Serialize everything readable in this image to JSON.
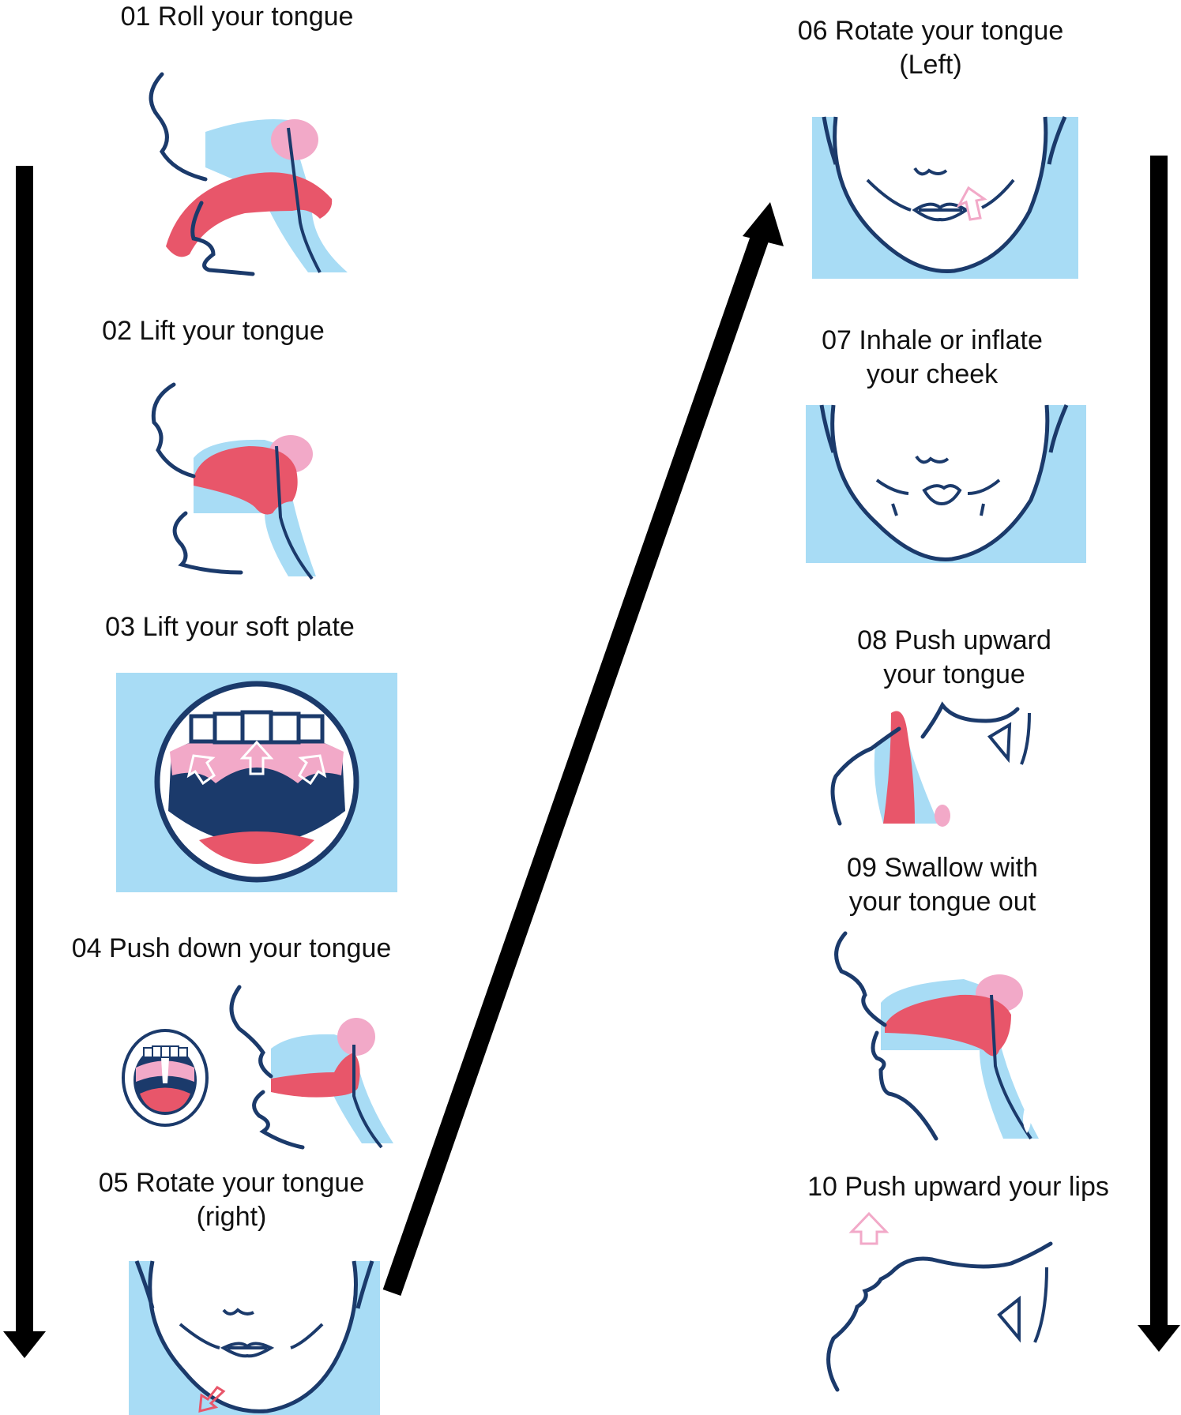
{
  "steps": [
    {
      "number": "01",
      "lines": [
        "01 Roll your tongue"
      ]
    },
    {
      "number": "02",
      "lines": [
        "02 Lift your tongue"
      ]
    },
    {
      "number": "03",
      "lines": [
        "03 Lift your soft plate"
      ]
    },
    {
      "number": "04",
      "lines": [
        "04 Push down your tongue"
      ]
    },
    {
      "number": "05",
      "lines": [
        "05 Rotate your tongue",
        "(right)"
      ]
    },
    {
      "number": "06",
      "lines": [
        "06 Rotate your tongue",
        "(Left)"
      ]
    },
    {
      "number": "07",
      "lines": [
        "07 Inhale or inflate",
        "your cheek"
      ]
    },
    {
      "number": "08",
      "lines": [
        "08 Push upward",
        "your tongue"
      ]
    },
    {
      "number": "09",
      "lines": [
        "09 Swallow with",
        "your tongue out"
      ]
    },
    {
      "number": "10",
      "lines": [
        "10 Push upward your lips"
      ]
    }
  ],
  "colors": {
    "background_blue": "#a8dcf5",
    "outline_navy": "#1b3a6b",
    "tongue_red": "#e8566a",
    "palate_pink": "#f2a9c8",
    "arrow_black": "#000000"
  },
  "icons": [
    "flow-arrow-down-icon",
    "flow-arrow-diagonal-icon",
    "push-arrow-icon"
  ]
}
